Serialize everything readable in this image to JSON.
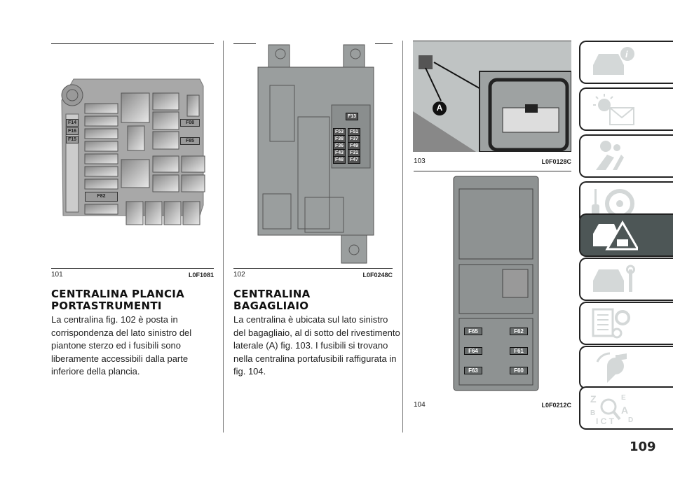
{
  "figures": [
    {
      "number": "101",
      "code": "L0F1081",
      "labels": [
        "F14",
        "F16",
        "F15",
        "F08",
        "F85",
        "F82"
      ]
    },
    {
      "number": "102",
      "code": "L0F0248C",
      "labels": [
        "F13",
        "F53",
        "F51",
        "F38",
        "F37",
        "F36",
        "F49",
        "F43",
        "F31",
        "F48",
        "F47"
      ]
    },
    {
      "number": "103",
      "code": "L0F0128C",
      "callout": "A"
    },
    {
      "number": "104",
      "code": "L0F0212C",
      "labels": [
        "F65",
        "F62",
        "F64",
        "F61",
        "F63",
        "F60"
      ]
    }
  ],
  "sections": [
    {
      "title_line1": "CENTRALINA PLANCIA",
      "title_line2": "PORTASTRUMENTI",
      "body": "La centralina fig. 102 è posta in corrispondenza del lato sinistro del piantone sterzo ed i fusibili sono liberamente accessibili dalla parte inferiore della plancia."
    },
    {
      "title_line1": "CENTRALINA",
      "title_line2": "BAGAGLIAIO",
      "body": "La centralina è ubicata sul lato sinistro del bagagliaio, al di sotto del rivestimento laterale (A) fig. 103. I fusibili si trovano nella centralina portafusibili raffigurata in fig. 104."
    }
  ],
  "sidebar": [
    {
      "icon": "car-info-icon",
      "active": false
    },
    {
      "icon": "warning-lights-icon",
      "active": false
    },
    {
      "icon": "safety-airbag-icon",
      "active": false
    },
    {
      "icon": "key-steering-icon",
      "active": false
    },
    {
      "icon": "emergency-icon",
      "active": true
    },
    {
      "icon": "maintenance-icon",
      "active": false
    },
    {
      "icon": "technical-data-icon",
      "active": false
    },
    {
      "icon": "multimedia-icon",
      "active": false
    },
    {
      "icon": "index-icon",
      "active": false
    }
  ],
  "page_number": "109",
  "colors": {
    "active_tab": "#4d5656",
    "icon_gray": "#d4d8d8"
  }
}
